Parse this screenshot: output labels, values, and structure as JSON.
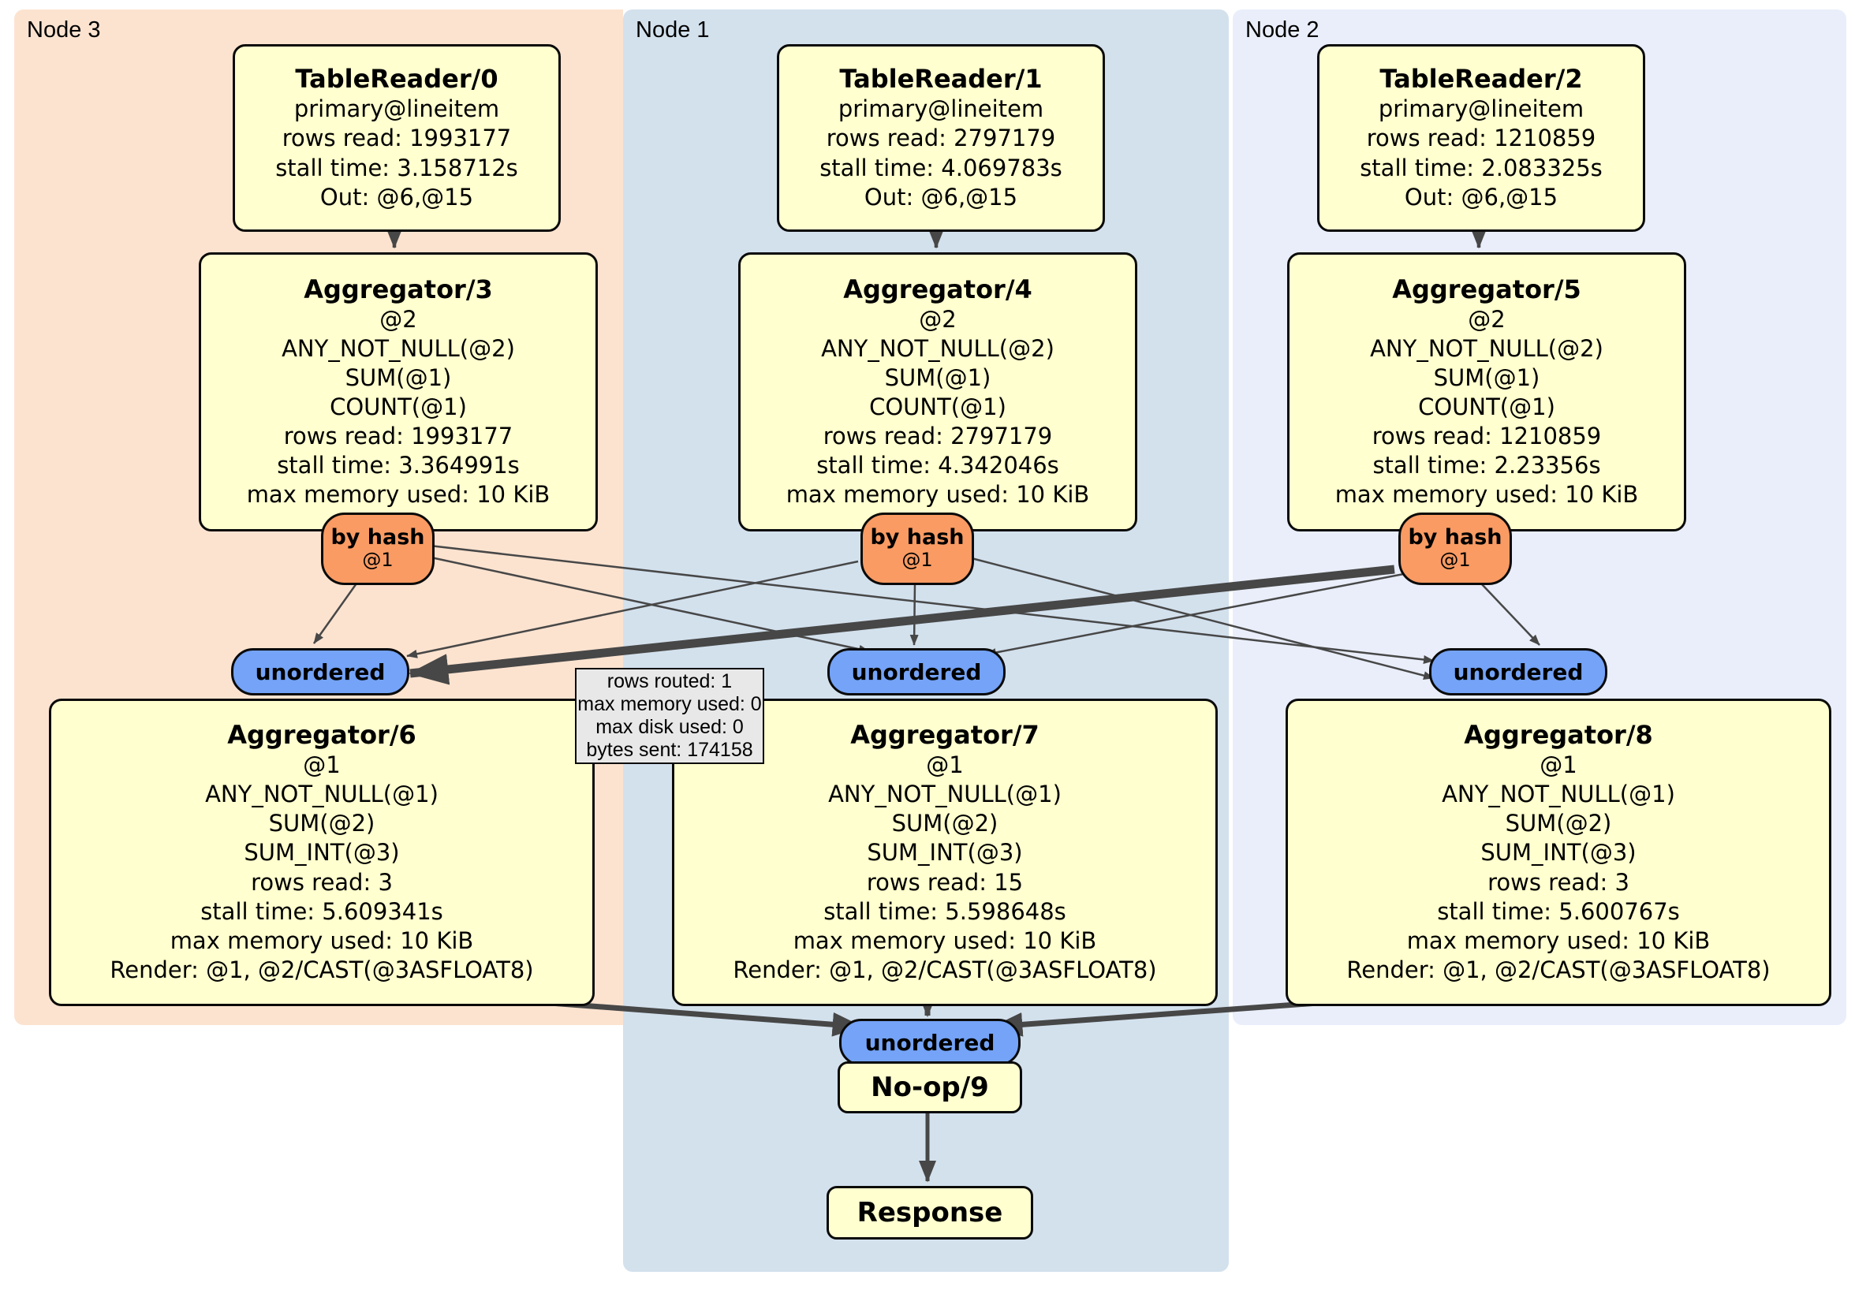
{
  "panels": {
    "node3": {
      "label": "Node 3",
      "bg": "#fce3d0"
    },
    "node1": {
      "label": "Node 1",
      "bg": "#d3e1ed"
    },
    "node2": {
      "label": "Node 2",
      "bg": "#e9eefa"
    }
  },
  "processors": {
    "tr0": {
      "title": "TableReader/0",
      "lines": [
        "primary@lineitem",
        "rows read: 1993177",
        "stall time: 3.158712s",
        "Out: @6,@15"
      ]
    },
    "tr1": {
      "title": "TableReader/1",
      "lines": [
        "primary@lineitem",
        "rows read: 2797179",
        "stall time: 4.069783s",
        "Out: @6,@15"
      ]
    },
    "tr2": {
      "title": "TableReader/2",
      "lines": [
        "primary@lineitem",
        "rows read: 1210859",
        "stall time: 2.083325s",
        "Out: @6,@15"
      ]
    },
    "ag3": {
      "title": "Aggregator/3",
      "lines": [
        "@2",
        "ANY_NOT_NULL(@2)",
        "SUM(@1)",
        "COUNT(@1)",
        "rows read: 1993177",
        "stall time: 3.364991s",
        "max memory used: 10 KiB"
      ]
    },
    "ag4": {
      "title": "Aggregator/4",
      "lines": [
        "@2",
        "ANY_NOT_NULL(@2)",
        "SUM(@1)",
        "COUNT(@1)",
        "rows read: 2797179",
        "stall time: 4.342046s",
        "max memory used: 10 KiB"
      ]
    },
    "ag5": {
      "title": "Aggregator/5",
      "lines": [
        "@2",
        "ANY_NOT_NULL(@2)",
        "SUM(@1)",
        "COUNT(@1)",
        "rows read: 1210859",
        "stall time: 2.23356s",
        "max memory used: 10 KiB"
      ]
    },
    "ag6": {
      "title": "Aggregator/6",
      "lines": [
        "@1",
        "ANY_NOT_NULL(@1)",
        "SUM(@2)",
        "SUM_INT(@3)",
        "rows read: 3",
        "stall time: 5.609341s",
        "max memory used: 10 KiB",
        "Render: @1, @2/CAST(@3ASFLOAT8)"
      ]
    },
    "ag7": {
      "title": "Aggregator/7",
      "lines": [
        "@1",
        "ANY_NOT_NULL(@1)",
        "SUM(@2)",
        "SUM_INT(@3)",
        "rows read: 15",
        "stall time: 5.598648s",
        "max memory used: 10 KiB",
        "Render: @1, @2/CAST(@3ASFLOAT8)"
      ]
    },
    "ag8": {
      "title": "Aggregator/8",
      "lines": [
        "@1",
        "ANY_NOT_NULL(@1)",
        "SUM(@2)",
        "SUM_INT(@3)",
        "rows read: 3",
        "stall time: 5.600767s",
        "max memory used: 10 KiB",
        "Render: @1, @2/CAST(@3ASFLOAT8)"
      ]
    },
    "noop": {
      "title": "No-op/9"
    },
    "response": {
      "title": "Response"
    }
  },
  "router": {
    "label": "by hash",
    "detail": "@1"
  },
  "sync": {
    "label": "unordered"
  },
  "tooltip": {
    "lines": [
      "rows routed: 1",
      "max memory used: 0",
      "max disk used: 0",
      "bytes sent: 174158"
    ]
  },
  "colors": {
    "processor_fill": "#ffffcf",
    "router_fill": "#f99b63",
    "sync_fill": "#74a3f7",
    "edge": "#474747",
    "tooltip_fill": "#e8e8e8",
    "node3_bg": "#fce3d0",
    "node1_bg": "#d3e1ed",
    "node2_bg": "#e9eefa"
  }
}
